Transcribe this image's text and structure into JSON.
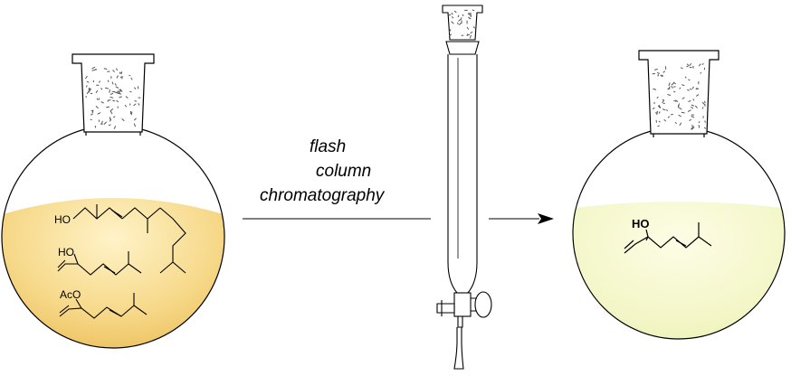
{
  "caption": {
    "line1": "flash",
    "line2": "column",
    "line3": "chromatography"
  },
  "left_flask": {
    "mixture": [
      {
        "label": "HO"
      },
      {
        "label": "HO"
      },
      {
        "label": "AcO"
      }
    ],
    "liquid_color": "#f0c860"
  },
  "right_flask": {
    "product": {
      "label": "HO"
    },
    "liquid_color": "#eef2b0"
  }
}
